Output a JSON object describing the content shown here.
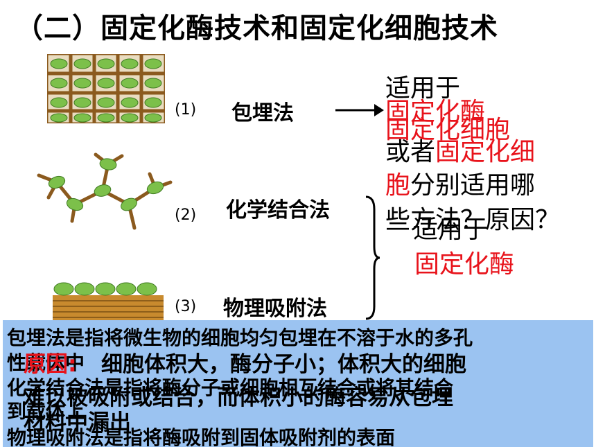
{
  "title": "（二）固定化酶技术和固定化细胞技术",
  "methods": [
    {
      "number": "(1)",
      "label": "包埋法"
    },
    {
      "number": "(2)",
      "label": "化学结合法"
    },
    {
      "number": "(3)",
      "label": "物理吸附法"
    }
  ],
  "question": {
    "line1": "适用于",
    "red1": "固定化酶",
    "red2": "固定化细胞",
    "line3_prefix": "或者",
    "line3_red": "固定化细",
    "line4_red": "胞",
    "line4_rest": "分别适用哪",
    "line5": "些方法？原因？"
  },
  "answer2": {
    "line1": "适用于",
    "line2": "固定化酶"
  },
  "notes": {
    "line1": "包埋法是指将微生物的细胞均匀包埋在不溶于水的多孔",
    "line2": "性载体中",
    "line3": "化学结合法是指将酶分子或细胞相互结合或将其结合",
    "line4": "到载体上",
    "line5": "物理吸附法是指将酶吸附到固体吸附剂的表面"
  },
  "reason": {
    "label": "原因:",
    "line1": "细胞体积大，酶分子小；体积大的细胞",
    "line2": "难以被吸附或结合，而体积小的酶容易从包埋",
    "line3": "材料中漏出"
  },
  "colors": {
    "accent_red": "#e8131b",
    "panel_blue": "#9bc3f1",
    "lattice_brown": "#8b5a1e",
    "leaf_green": "#7cc04a"
  }
}
